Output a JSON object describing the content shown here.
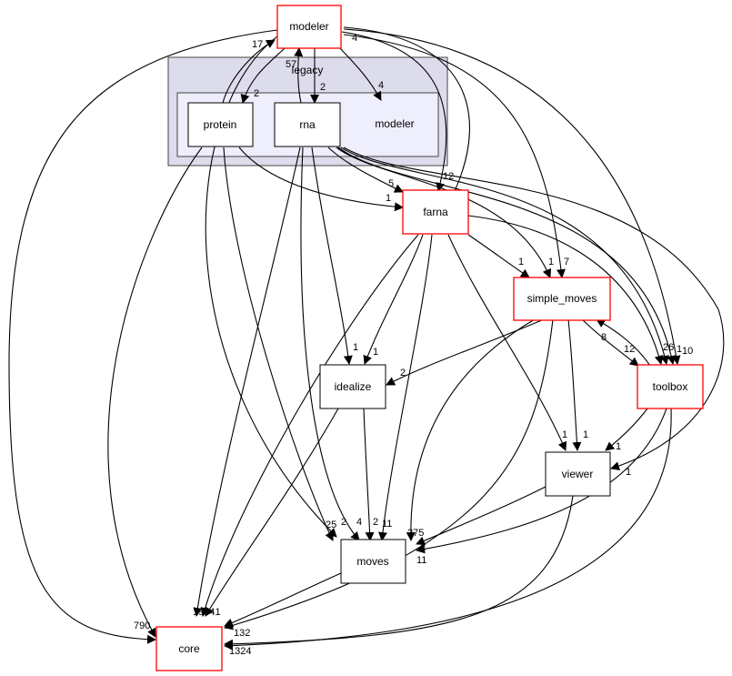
{
  "diagram": {
    "type": "directory-dependency-graph",
    "cluster": {
      "label": "legacy",
      "inner_label": "modeler",
      "fill": "#dcdcec",
      "inner_fill": "#eeeefc"
    },
    "colors": {
      "highlight_border": "#ff0000",
      "normal_border": "#000000"
    },
    "nodes": [
      {
        "id": "modeler",
        "label": "modeler",
        "highlight": true
      },
      {
        "id": "protein",
        "label": "protein",
        "highlight": false
      },
      {
        "id": "rna",
        "label": "rna",
        "highlight": false
      },
      {
        "id": "farna",
        "label": "farna",
        "highlight": true
      },
      {
        "id": "simple_moves",
        "label": "simple_moves",
        "highlight": true
      },
      {
        "id": "toolbox",
        "label": "toolbox",
        "highlight": true
      },
      {
        "id": "idealize",
        "label": "idealize",
        "highlight": false
      },
      {
        "id": "viewer",
        "label": "viewer",
        "highlight": false
      },
      {
        "id": "moves",
        "label": "moves",
        "highlight": false
      },
      {
        "id": "core",
        "label": "core",
        "highlight": true
      }
    ],
    "edge_labels": {
      "modeler_protein": "2",
      "protein_modeler": "17",
      "rna_modeler": "57",
      "modeler_rna": "2",
      "modeler_inner": "4",
      "to_modeler_right": "4",
      "rna_farna": "5",
      "protein_farna": "1",
      "to_farna": "12",
      "farna_simple_moves": "1",
      "rna_simple_moves": "1",
      "modeler_simple_moves": "7",
      "simple_moves_toolbox": "12",
      "toolbox_simple_moves": "8",
      "toolbox_26": "26",
      "toolbox_1": "1",
      "toolbox_10": "10",
      "rna_idealize": "1",
      "farna_idealize": "1",
      "simple_moves_idealize": "2",
      "farna_viewer": "1",
      "simple_moves_viewer": "1",
      "toolbox_viewer": "1",
      "rna_viewer": "1",
      "moves_25": "25",
      "moves_2a": "2",
      "moves_4": "4",
      "moves_2b": "2",
      "moves_11a": "11",
      "moves_275": "275",
      "moves_3": "3",
      "moves_11b": "11",
      "core_left": "790",
      "core_top": "19641",
      "core_132": "132",
      "core_right": "1324"
    }
  }
}
